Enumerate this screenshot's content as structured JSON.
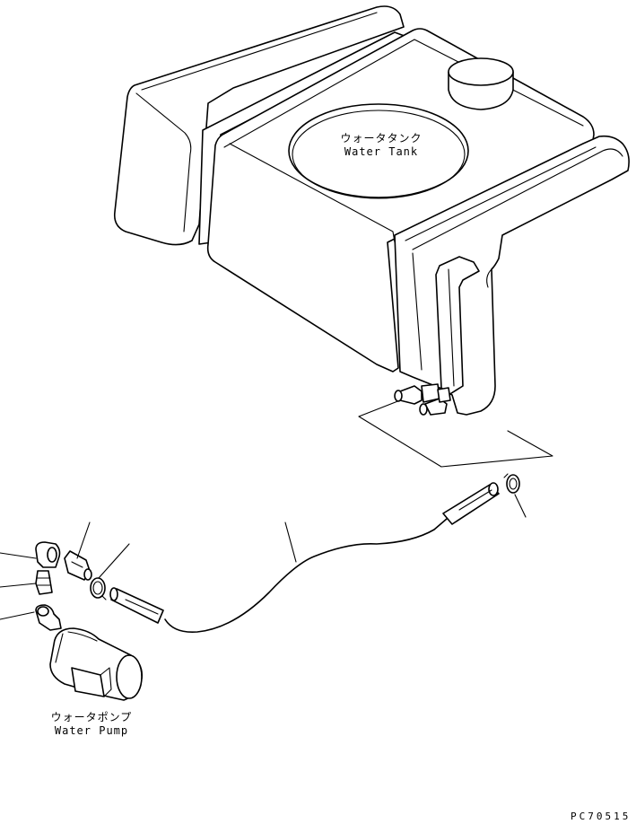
{
  "tank": {
    "label_jp": "ウォータタンク",
    "label_en": "Water Tank"
  },
  "pump": {
    "label_jp": "ウォータポンプ",
    "label_en": "Water Pump"
  },
  "drawing_code": "PC70515"
}
